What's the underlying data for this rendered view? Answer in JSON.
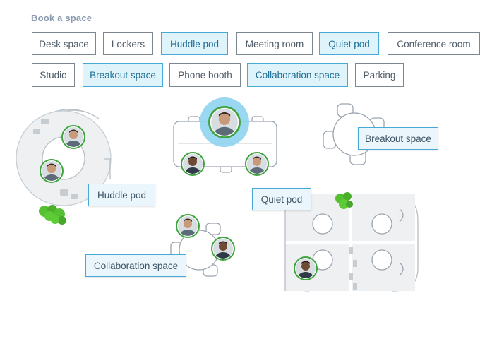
{
  "header": {
    "title": "Book a space"
  },
  "filters": [
    {
      "label": "Desk space",
      "selected": false
    },
    {
      "label": "Lockers",
      "selected": false
    },
    {
      "label": "Huddle pod",
      "selected": true
    },
    {
      "label": "Meeting room",
      "selected": false
    },
    {
      "label": "Quiet pod",
      "selected": true
    },
    {
      "label": "Conference room",
      "selected": false
    },
    {
      "label": "Studio",
      "selected": false
    },
    {
      "label": "Breakout space",
      "selected": true
    },
    {
      "label": "Phone booth",
      "selected": false
    },
    {
      "label": "Collaboration space",
      "selected": true
    },
    {
      "label": "Parking",
      "selected": false
    }
  ],
  "floorplan": {
    "huddle_pod_label": "Huddle pod",
    "breakout_label": "Breakout space",
    "collaboration_label": "Collaboration space",
    "quiet_pod_label": "Quiet pod"
  },
  "colors": {
    "selected_fill": "#dff3fb",
    "selected_border": "#47a9d6",
    "avatar_ring": "#3fa33f",
    "highlight": "#8fd3f0",
    "plant": "#55c132"
  }
}
